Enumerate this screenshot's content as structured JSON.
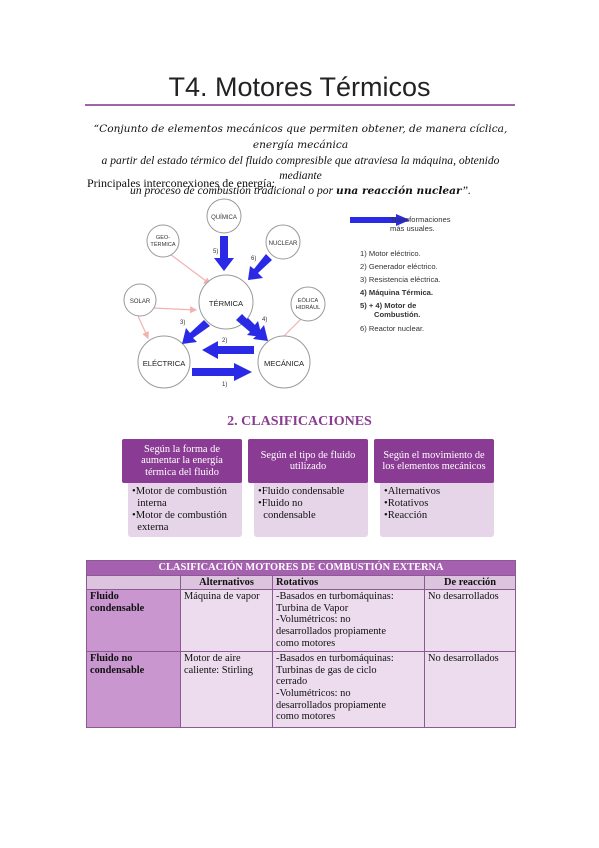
{
  "title": "T4. Motores Térmicos",
  "definition": {
    "hand_part": "“Conjunto de elementos mecánicos que permiten obtener, de manera cíclica, energía mecánica",
    "line2": "a partir del estado térmico del fluido compresible que atraviesa la máquina, obtenido mediante",
    "line3_start": "un proceso de combustión tradicional o por ",
    "line3_hand": "una reacción nuclear",
    "line3_end": "”."
  },
  "intro": "Principales interconexiones de energía:",
  "diagram": {
    "nodes": {
      "quimica": "QUÍMICA",
      "geo_1": "GEO-",
      "geo_2": "TÉRMICA",
      "nuclear": "NUCLEAR",
      "solar": "SOLAR",
      "termica": "TÉRMICA",
      "eolica_1": "EÓLICA",
      "eolica_2": "HIDRÁUL",
      "electrica": "ELÉCTRICA",
      "mecanica": "MECÁNICA"
    },
    "arrow_labels": {
      "a5": "5)",
      "a6": "6)",
      "a3": "3)",
      "a4": "4)",
      "a2": "2)",
      "a1": "1)"
    },
    "colors": {
      "main_arrow": "#2a2ae6",
      "thin_arrow": "#f2b2b2",
      "node_border": "#9a9a9a"
    }
  },
  "legend": {
    "header_1": "Transformaciones",
    "header_2": "más usuales.",
    "items": [
      "1) Motor eléctrico.",
      "2) Generador eléctrico.",
      "3) Resistencia eléctrica.",
      "4)  Máquina Térmica.",
      "5) + 4) Motor de",
      "Combustión.",
      "6) Reactor nuclear."
    ]
  },
  "section_title": "2. CLASIFICACIONES",
  "classifications": [
    {
      "head": "Según la forma de aumentar la energía térmica del fluido",
      "items": [
        "•Motor de combustión",
        "  interna",
        "•Motor de combustión",
        "  externa"
      ]
    },
    {
      "head": "Según el tipo de fluido utilizado",
      "items": [
        "•Fluido condensable",
        "•Fluido no",
        "  condensable"
      ]
    },
    {
      "head": "Según el movimiento de los elementos mecánicos",
      "items": [
        "•Alternativos",
        "•Rotativos",
        "•Reacción"
      ]
    }
  ],
  "table": {
    "caption": "CLASIFICACIÓN MOTORES DE COMBUSTIÓN EXTERNA",
    "headers": [
      "",
      "Alternativos",
      "Rotativos",
      "De reacción"
    ],
    "rows": [
      {
        "label": "Fluido\ncondensable",
        "alternativos": "Máquina de vapor",
        "rotativos": "-Basados en turbomáquinas:\nTurbina de Vapor\n-Volumétricos: no\ndesarrollados propiamente\ncomo motores",
        "reaccion": "No desarrollados"
      },
      {
        "label": "Fluido no\ncondensable",
        "alternativos": "Motor de aire\ncaliente: Stirling",
        "rotativos": "-Basados en turbomáquinas:\nTurbinas de gas de ciclo\ncerrado\n-Volumétricos: no\ndesarrollados propiamente\ncomo motores",
        "reaccion": "No desarrollados"
      }
    ]
  }
}
